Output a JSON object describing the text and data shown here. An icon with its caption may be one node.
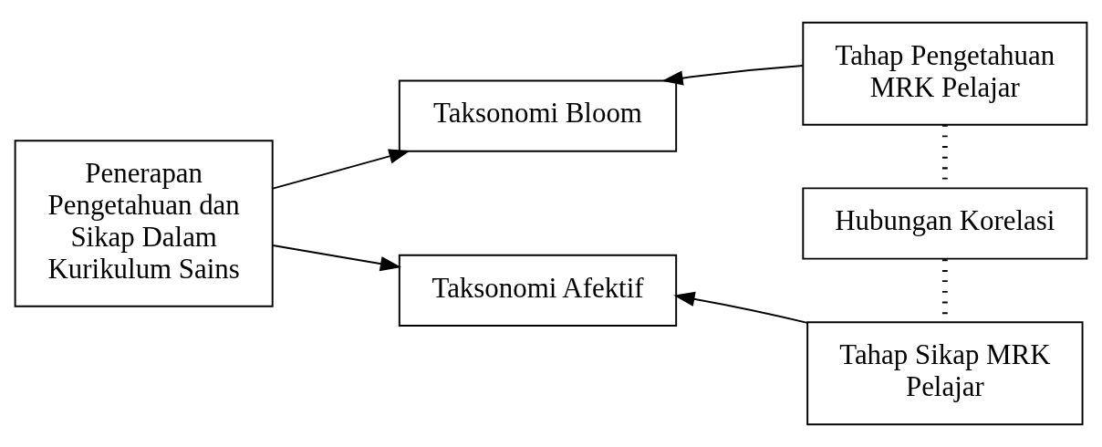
{
  "diagram": {
    "nodes": [
      {
        "text": [
          "Penerapan Pengetahuan dan Sikap Dalam Kurikulum Sains"
        ]
      },
      {
        "text": [
          "Taksonomi Bloom"
        ]
      },
      {
        "text": [
          "Tahap Pengetahuan MRK Pelajar"
        ]
      },
      {
        "text": [
          "Hubungan Korelasi"
        ]
      },
      {
        "text": [
          "Taksonomi Afektif"
        ]
      },
      {
        "text": [
          "Tahap Sikap MRK Pelajar"
        ]
      }
    ],
    "edges": [
      {
        "from": 0,
        "to": 1,
        "arrow": "to"
      },
      {
        "from": 0,
        "to": 4,
        "arrow": "to"
      },
      {
        "from": 2,
        "to": 1,
        "arrow": "to"
      },
      {
        "from": 2,
        "to": 3,
        "arrow": "none",
        "style": "dashed"
      },
      {
        "from": 3,
        "to": 5,
        "arrow": "none",
        "style": "dashed"
      },
      {
        "from": 5,
        "to": 4,
        "arrow": "to"
      }
    ]
  }
}
